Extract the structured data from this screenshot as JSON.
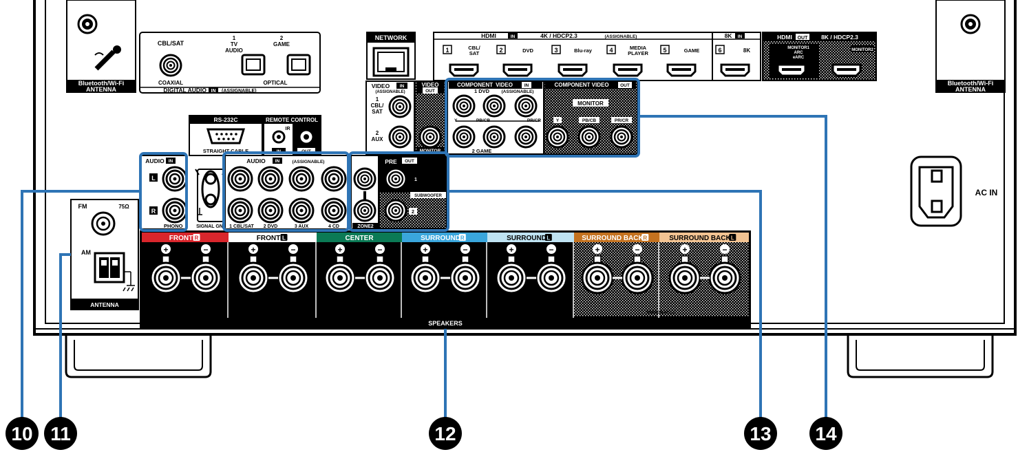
{
  "antenna_left": {
    "label1": "Bluetooth/Wi-Fi",
    "label2": "ANTENNA"
  },
  "antenna_right": {
    "label1": "Bluetooth/Wi-Fi",
    "label2": "ANTENNA"
  },
  "digital_audio": {
    "cbl_sat": "CBL/SAT",
    "tv_num": "1",
    "tv_label1": "TV",
    "tv_label2": "AUDIO",
    "game_num": "2",
    "game_label": "GAME",
    "coaxial": "COAXIAL",
    "optical": "OPTICAL",
    "title": "DIGITAL AUDIO",
    "in": "IN",
    "assignable": "(ASSIGNABLE)"
  },
  "network": {
    "label": "NETWORK"
  },
  "hdmi_in": {
    "title_prefix": "HDMI",
    "in": "IN",
    "title_suffix": "4K / HDCP2.3",
    "assignable": "(ASSIGNABLE)",
    "ports": [
      {
        "num": "1",
        "label1": "CBL/",
        "label2": "SAT"
      },
      {
        "num": "2",
        "label1": "DVD",
        "label2": ""
      },
      {
        "num": "3",
        "label1": "Blu-ray",
        "label2": ""
      },
      {
        "num": "4",
        "label1": "MEDIA",
        "label2": "PLAYER"
      },
      {
        "num": "5",
        "label1": "GAME",
        "label2": ""
      }
    ],
    "in8k_title": "8K",
    "in8k_in": "IN",
    "in8k_num": "6",
    "in8k_label": "8K"
  },
  "hdmi_out": {
    "title_prefix": "HDMI",
    "out": "OUT",
    "title_suffix": "8K / HDCP2.3",
    "monitor1_l1": "MONITOR1",
    "monitor1_l2": "ARC",
    "monitor1_l3": "eARC",
    "monitor2": "MONITOR2"
  },
  "video_in": {
    "title": "VIDEO",
    "in": "IN",
    "assignable": "(ASSIGNABLE)",
    "p1_num": "1",
    "p1_l1": "CBL/",
    "p1_l2": "SAT",
    "p2_num": "2",
    "p2_label": "AUX"
  },
  "video_out": {
    "title": "VIDEO",
    "out": "OUT",
    "monitor": "MONITOR"
  },
  "component_in": {
    "title1": "COMPONENT",
    "title2": "VIDEO",
    "in": "IN",
    "assignable": "(ASSIGNABLE)",
    "dvd": "1 DVD",
    "game": "2 GAME",
    "y": "Y",
    "pb": "PB/CB",
    "pr": "PR/CR"
  },
  "component_out": {
    "title": "COMPONENT VIDEO",
    "out": "OUT",
    "monitor": "MONITOR",
    "y": "Y",
    "pb": "PB/CB",
    "pr": "PR/CR"
  },
  "rs232c": {
    "title": "RS-232C",
    "cable": "STRAIGHT CABLE"
  },
  "remote": {
    "title": "REMOTE CONTROL",
    "ir": "IR",
    "in": "IN",
    "out": "OUT"
  },
  "audio_phono": {
    "title": "AUDIO",
    "in": "IN",
    "l": "L",
    "r": "R",
    "phono": "PHONO",
    "signal_gnd": "SIGNAL GND"
  },
  "audio_in": {
    "title": "AUDIO",
    "in": "IN",
    "assignable": "(ASSIGNABLE)",
    "inputs": [
      "1 CBL/SAT",
      "2 DVD",
      "3 AUX",
      "4 CD"
    ]
  },
  "pre_out": {
    "title": "PRE",
    "out": "OUT",
    "sub1": "1",
    "subwoofer": "SUBWOOFER",
    "sub2": "2",
    "zone2": "ZONE2"
  },
  "tuner": {
    "fm": "FM",
    "ohm": "75Ω",
    "am": "AM",
    "antenna": "ANTENNA"
  },
  "speakers": {
    "title": "SPEAKERS",
    "assignable": "ASSIGNABLE",
    "plus": "+",
    "minus": "−",
    "channels": [
      {
        "name": "FRONT",
        "side": "R",
        "color": "#d9262c"
      },
      {
        "name": "FRONT",
        "side": "L",
        "color": "#ffffff"
      },
      {
        "name": "CENTER",
        "side": "",
        "color": "#0b7a55"
      },
      {
        "name": "SURROUND",
        "side": "R",
        "color": "#3aa6dc"
      },
      {
        "name": "SURROUND",
        "side": "L",
        "color": "#bfe3f2"
      },
      {
        "name": "SURROUND BACK",
        "side": "R",
        "color": "#c4721f"
      },
      {
        "name": "SURROUND BACK",
        "side": "L",
        "color": "#f2c392"
      }
    ]
  },
  "ac_in": {
    "label": "AC IN"
  },
  "callouts": [
    "10",
    "11",
    "12",
    "13",
    "14"
  ],
  "colors": {
    "callout_line": "#2e74b5",
    "panel_black": "#000000",
    "panel_white": "#ffffff"
  }
}
